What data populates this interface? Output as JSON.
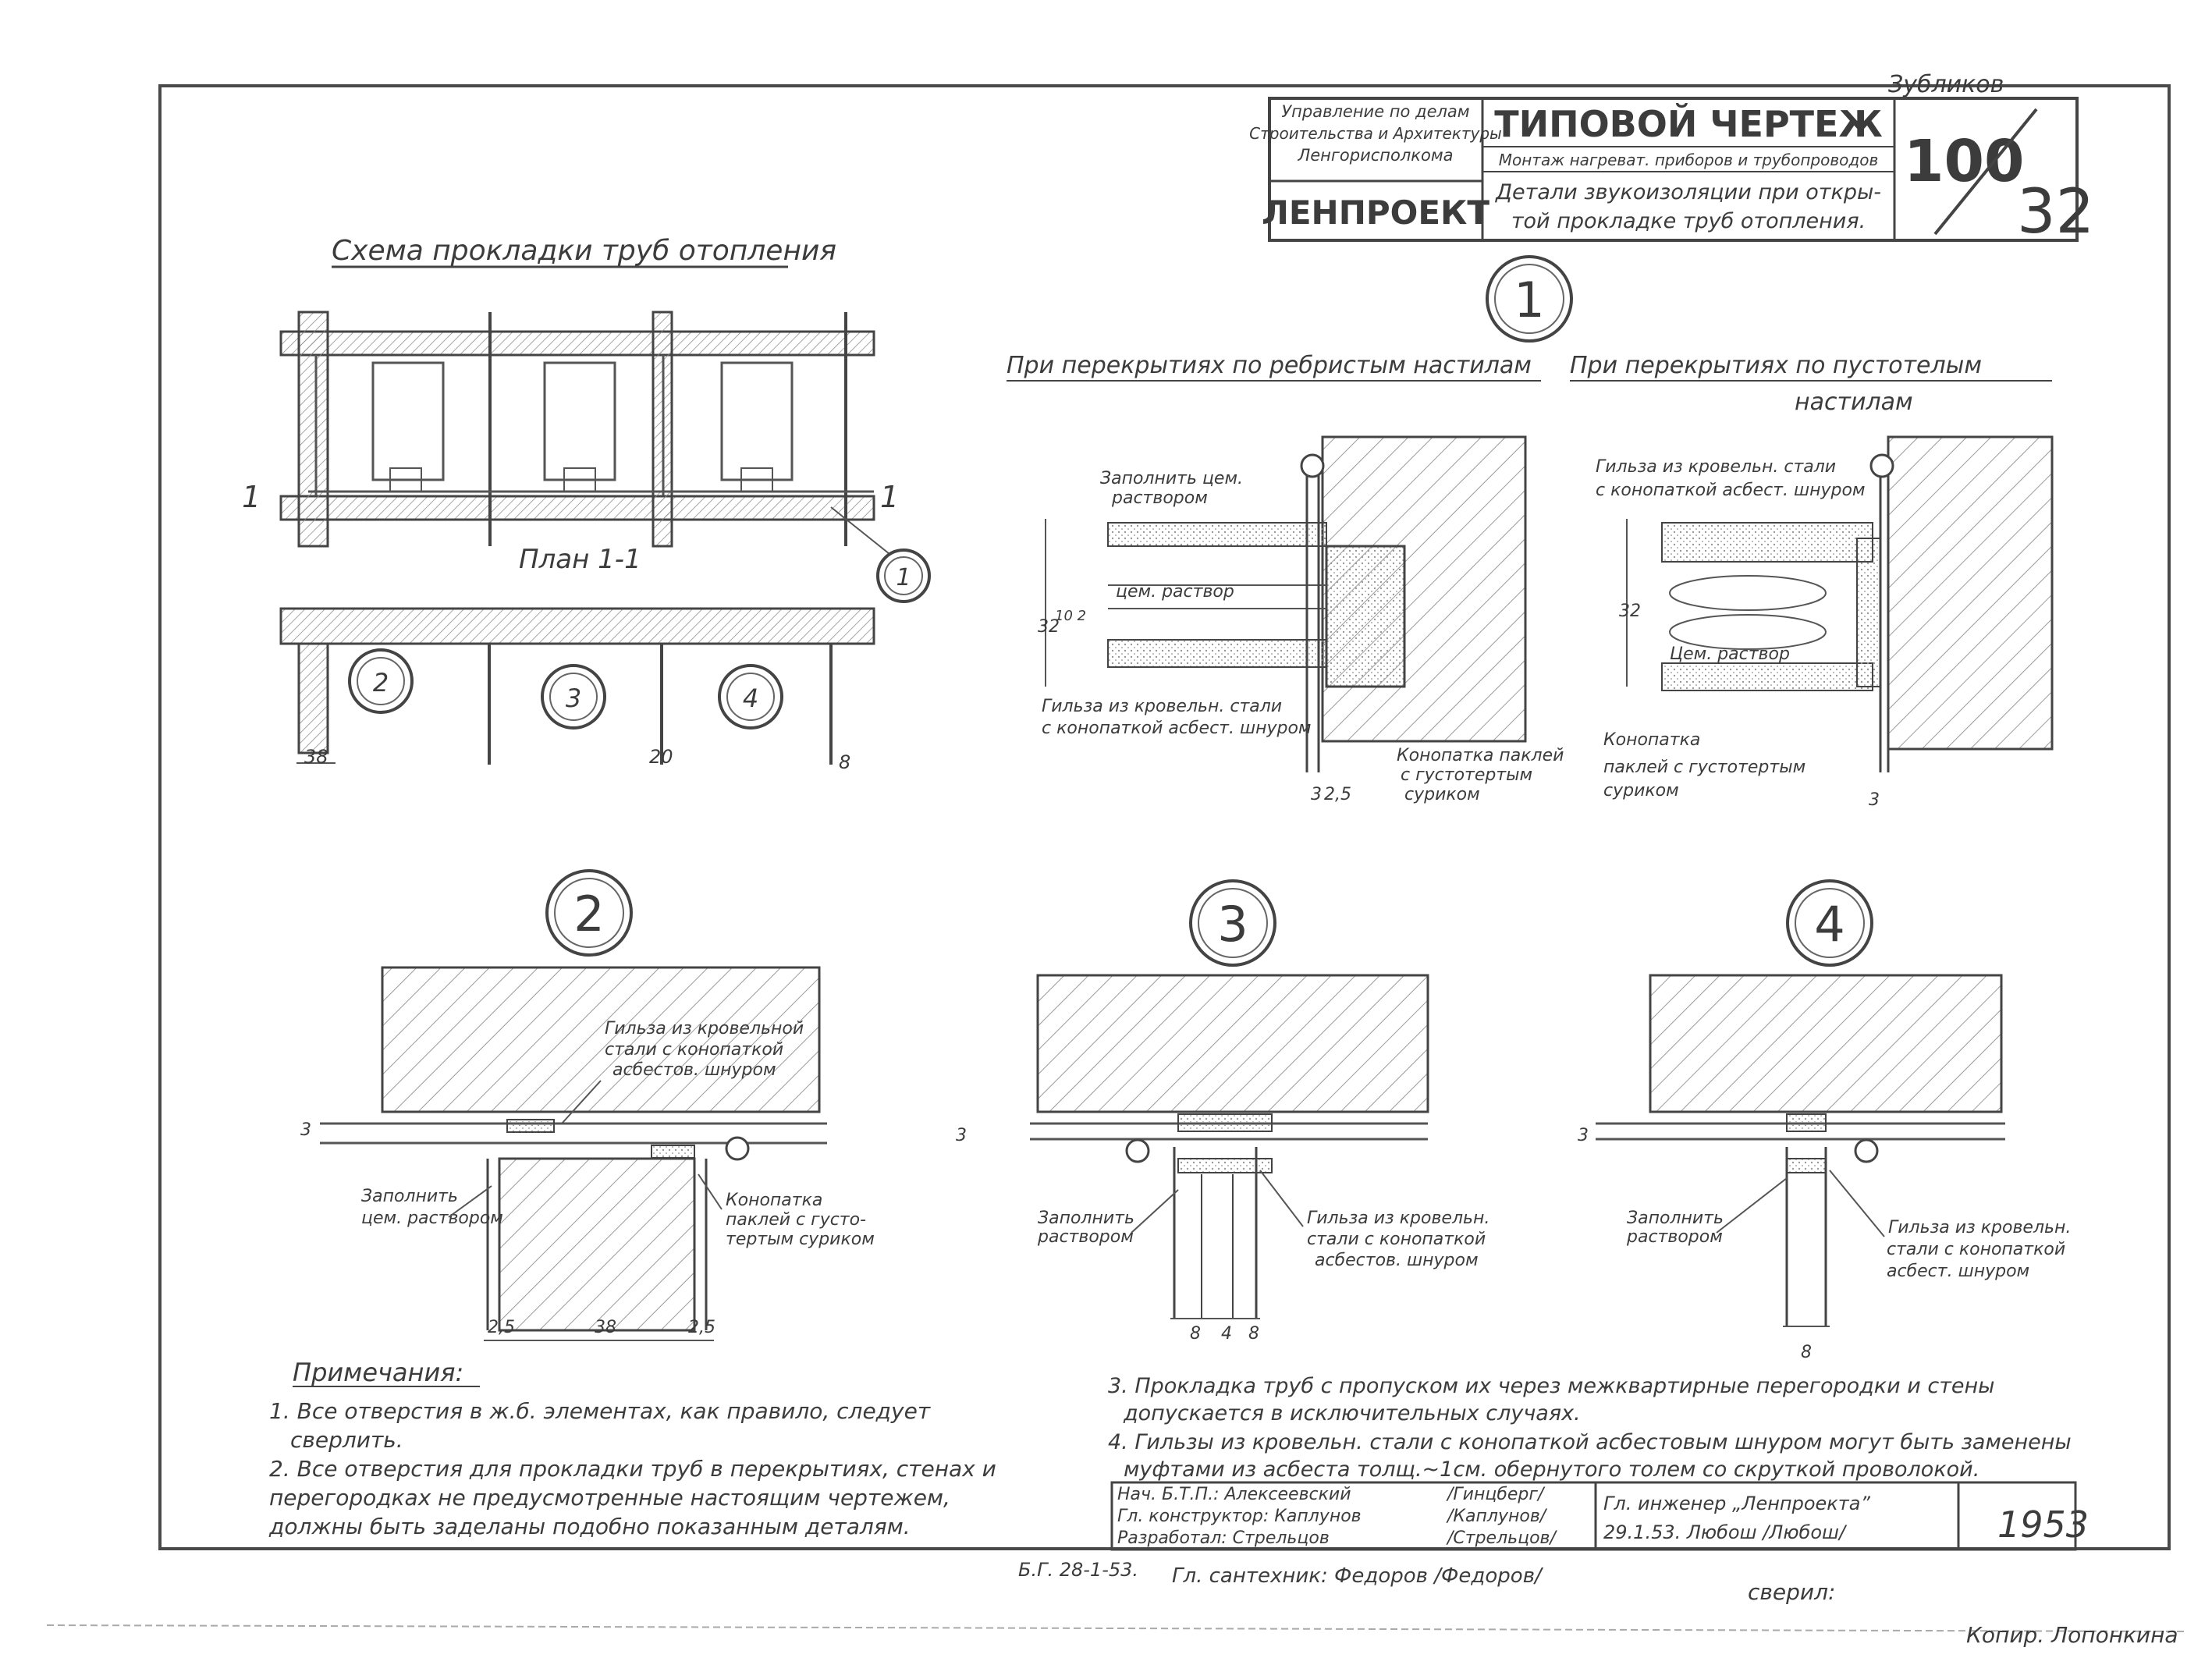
{
  "corner": {
    "top_right": "Зубликов",
    "bottom_right": "Копир. Лопонкина"
  },
  "title_block": {
    "authority": [
      "Управление по делам",
      "Строительства и Архитектуры",
      "Ленгорисполкома"
    ],
    "org": "ЛЕНПРОЕКТ",
    "doc_type": "ТИПОВОЙ ЧЕРТЕЖ",
    "subject": "Монтаж нагреват. приборов и трубопроводов",
    "title": [
      "Детали звукоизоляции при откры-",
      "той прокладке труб отопления."
    ],
    "sheet_top": "100",
    "sheet_bottom": "32"
  },
  "scheme": {
    "title": "Схема прокладки труб отопления",
    "plan_title": "План 1-1",
    "section_marks": [
      "1",
      "1"
    ],
    "detail_refs": [
      "1",
      "2",
      "3",
      "4"
    ],
    "dims": [
      "38",
      "20",
      "8"
    ]
  },
  "detail1": {
    "number": "1",
    "left_caption": "При перекрытиях по ребристым настилам",
    "right_caption": [
      "При перекрытиях по пустотелым",
      "настилам"
    ],
    "left_labels": [
      "Заполнить цем.",
      "раствором",
      "цем. раствор",
      "Гильза из кровельн. стали",
      "с конопаткой асбест. шнуром",
      "Конопатка паклей",
      "с густотертым",
      "суриком"
    ],
    "left_dims": [
      "32",
      "10 2",
      "3",
      "2,5"
    ],
    "right_labels": [
      "Гильза из кровельн. стали",
      "с конопаткой асбест. шнуром",
      "Цем. раствор",
      "Конопатка",
      "паклей с густотертым",
      "суриком"
    ],
    "right_dims": [
      "32",
      "3"
    ]
  },
  "detail2": {
    "number": "2",
    "labels": [
      "Гильза из кровельной",
      "стали с конопаткой",
      "асбестов. шнуром",
      "Заполнить",
      "цем. раствором",
      "Конопатка",
      "паклей с густо-",
      "тертым суриком"
    ],
    "dims": [
      "3",
      "2,5",
      "38",
      "2,5"
    ]
  },
  "detail3": {
    "number": "3",
    "labels": [
      "Заполнить",
      "раствором",
      "Гильза из кровельн.",
      "стали с конопаткой",
      "асбестов. шнуром"
    ],
    "dims": [
      "3",
      "8",
      "4",
      "8"
    ]
  },
  "detail4": {
    "number": "4",
    "labels": [
      "Заполнить",
      "раствором",
      "Гильза из кровельн.",
      "стали с конопаткой",
      "асбест. шнуром"
    ],
    "dims": [
      "3",
      "8"
    ]
  },
  "notes": {
    "heading": "Примечания:",
    "items": [
      "1. Все отверстия в ж.б. элементах, как правило, следует",
      "сверлить.",
      "2. Все отверстия для прокладки труб в перекрытиях, стенах и",
      "перегородках не предусмотренные настоящим чертежем,",
      "должны быть заделаны подобно показанным деталям.",
      "3. Прокладка труб с пропуском их через межквартирные перегородки и стены",
      "допускается в исключительных случаях.",
      "4. Гильзы из кровельн. стали с конопаткой асбестовым шнуром могут быть заменены",
      "муфтами из асбеста толщ.~1см. обернутого толем со скруткой проволокой."
    ]
  },
  "signatures": {
    "rows": [
      [
        "Нач. Б.Т.П.: Алексеевский",
        "/Гинцберг/"
      ],
      [
        "Гл. конструктор: Каплунов",
        "/Каплунов/"
      ],
      [
        "Разработал: Стрельцов",
        "/Стрельцов/"
      ]
    ],
    "chief": "Гл. инженер „Ленпроекта”",
    "chief_line": "29.1.53. Любош /Любош/",
    "year": "1953",
    "bottom_left": "Б.Г. 28-1-53.",
    "bottom_mid": "Гл. сантехник: Федоров /Федоров/",
    "checked": "сверил:"
  }
}
